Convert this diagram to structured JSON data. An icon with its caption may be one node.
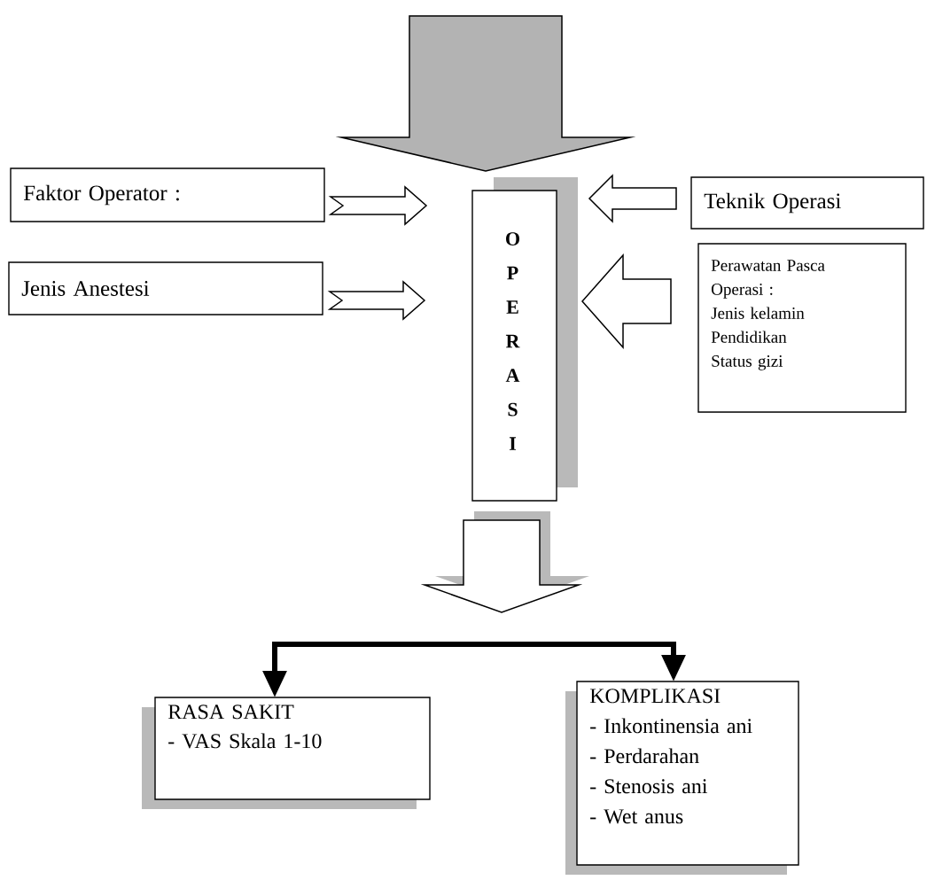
{
  "diagram": {
    "nodes": [
      {
        "text": [
          "Faktor Operator :"
        ]
      },
      {
        "text": [
          "Jenis Anestesi"
        ]
      },
      {
        "text": [
          "O P E R A S I"
        ]
      },
      {
        "text": [
          "Teknik Operasi"
        ]
      },
      {
        "text": [
          "Perawatan Pasca Operasi :",
          "Jenis kelamin",
          "Pendidikan",
          "Status gizi"
        ]
      },
      {
        "text": [
          "RASA SAKIT",
          "- VAS Skala 1-10"
        ]
      },
      {
        "text": [
          "KOMPLIKASI",
          "- Inkontinensia ani",
          "- Perdarahan",
          "- Stenosis ani",
          "- Wet anus"
        ]
      }
    ],
    "edges": [
      {
        "from": null,
        "to": 2,
        "arrow": "to",
        "color": "#b3b3b3"
      },
      {
        "from": 0,
        "to": 2,
        "arrow": "to"
      },
      {
        "from": 1,
        "to": 2,
        "arrow": "to"
      },
      {
        "from": 3,
        "to": 2,
        "arrow": "to"
      },
      {
        "from": 4,
        "to": 2,
        "arrow": "to"
      },
      {
        "from": 2,
        "to": null,
        "arrow": "to"
      },
      {
        "from": null,
        "to": 5,
        "arrow": "to"
      },
      {
        "from": null,
        "to": 6,
        "arrow": "to"
      }
    ]
  }
}
